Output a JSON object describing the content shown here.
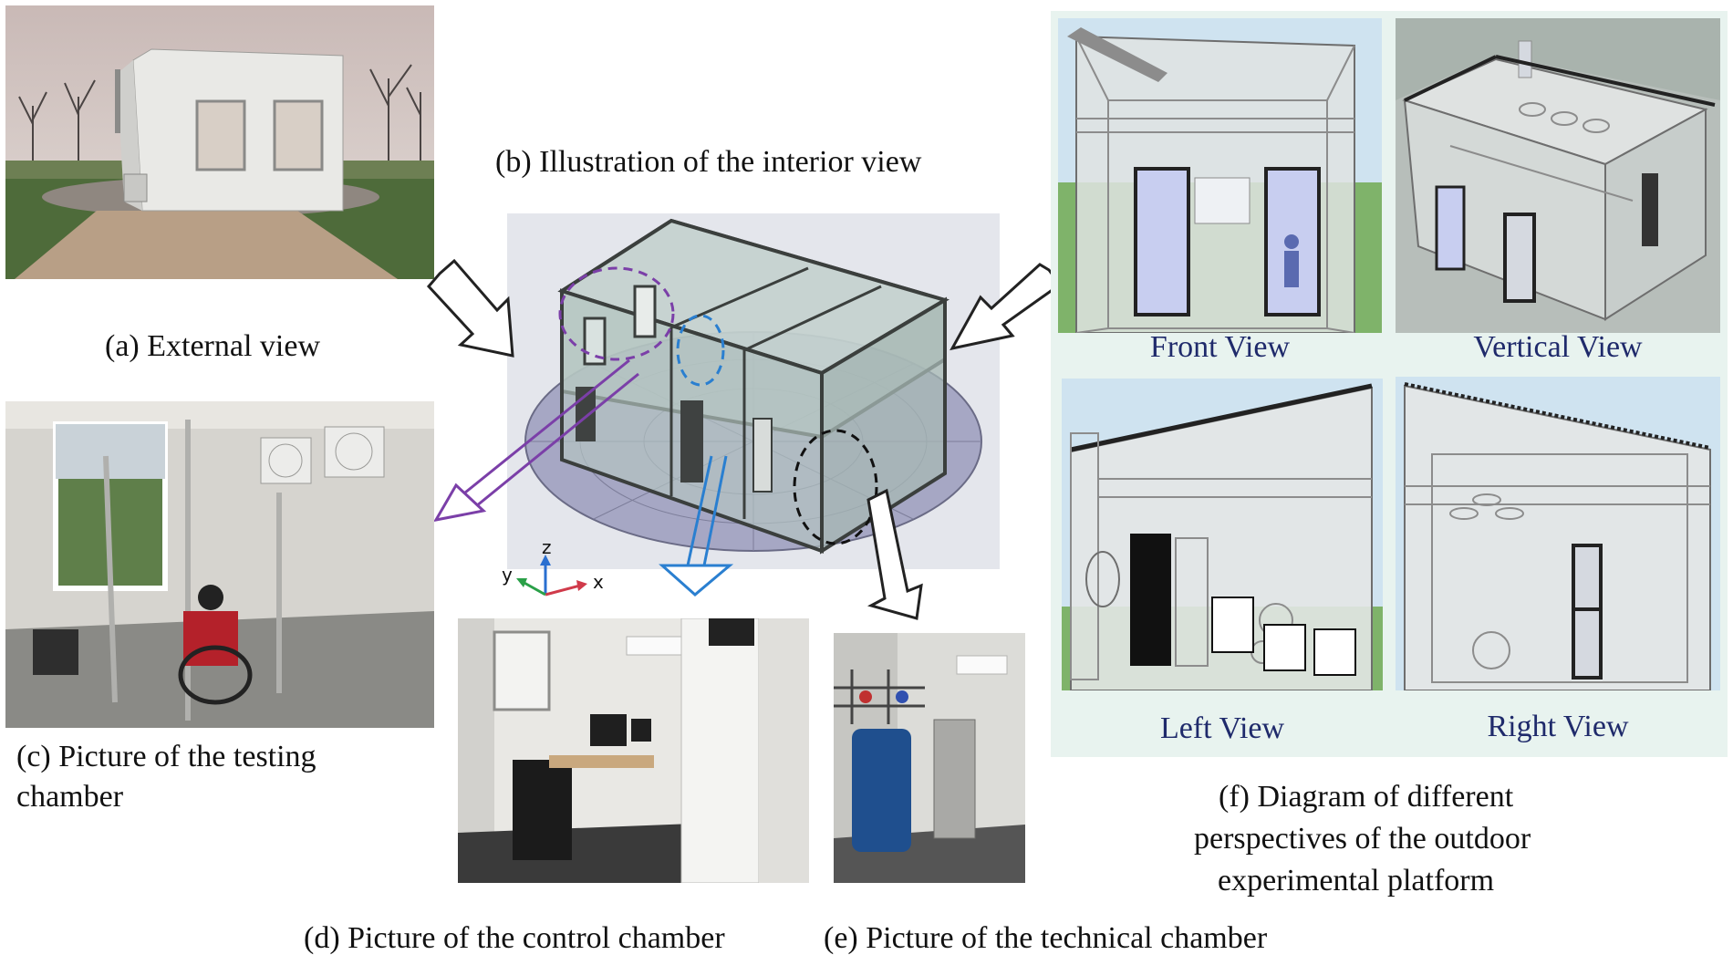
{
  "captions": {
    "a": "(a) External view",
    "b": "(b) Illustration of the interior view",
    "c_line1": "(c) Picture of the testing",
    "c_line2": "chamber",
    "d": "(d) Picture of the control chamber",
    "e": "(e) Picture of the technical chamber",
    "f_line1": "(f) Diagram of different",
    "f_line2": "perspectives of the outdoor",
    "f_line3": "experimental platform"
  },
  "views": {
    "front": "Front View",
    "vertical": "Vertical View",
    "left": "Left View",
    "right": "Right View"
  },
  "axes": {
    "x": "x",
    "y": "y",
    "z": "z"
  },
  "colors": {
    "view_label": "#1f2a6b",
    "purple_marker": "#7b3fa8",
    "blue_marker": "#2a7fd0",
    "black_marker": "#111111",
    "panel_f_bg": "#e8f3ef"
  }
}
